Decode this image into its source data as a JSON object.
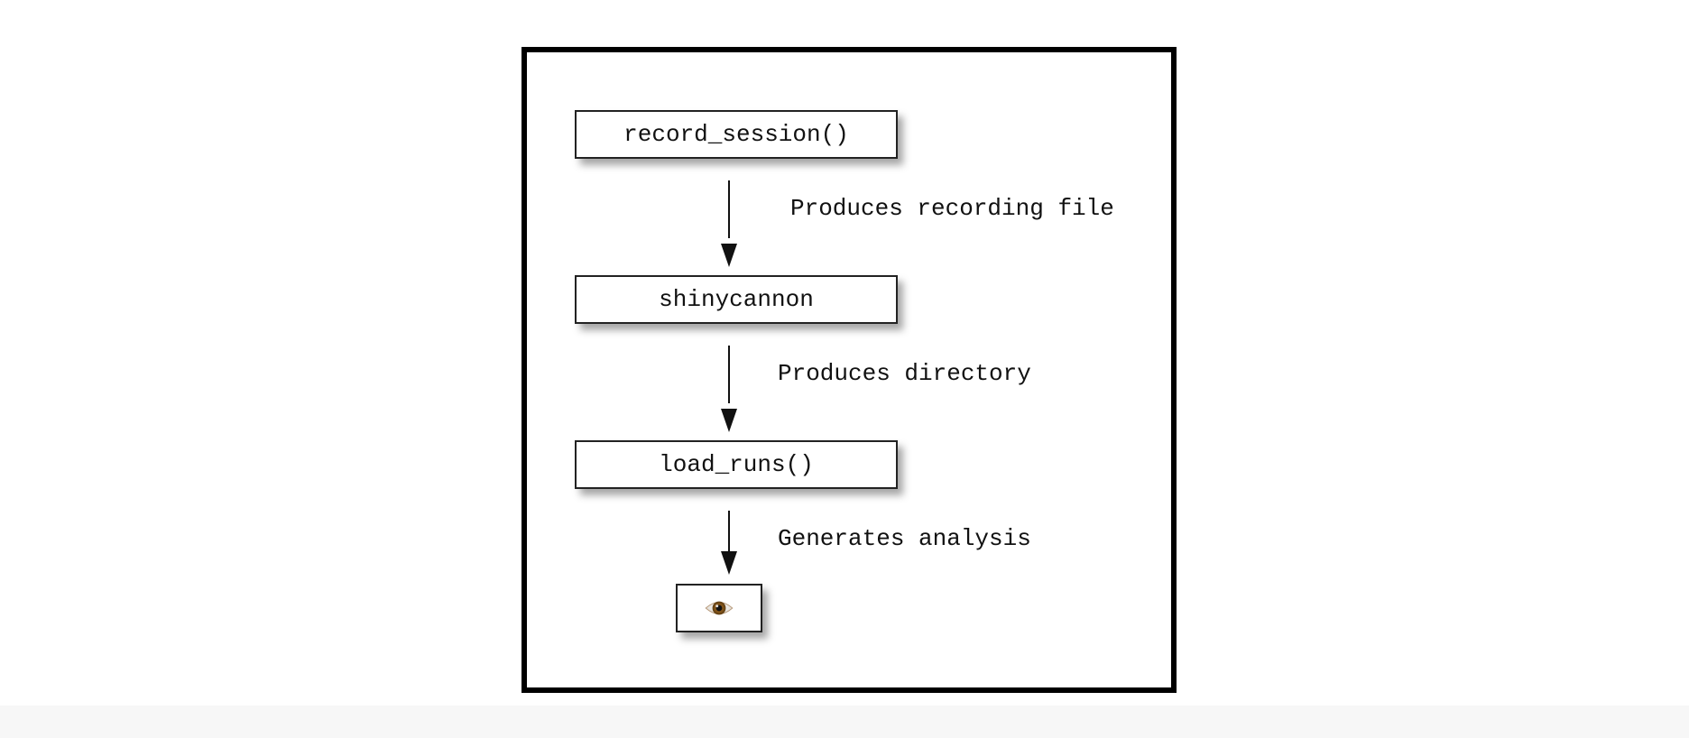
{
  "diagram": {
    "nodes": [
      {
        "id": "record_session",
        "label": "record_session()"
      },
      {
        "id": "shinycannon",
        "label": "shinycannon"
      },
      {
        "id": "load_runs",
        "label": "load_runs()"
      },
      {
        "id": "analysis",
        "icon": "eye-icon"
      }
    ],
    "edges": [
      {
        "from": "record_session",
        "to": "shinycannon",
        "label": "Produces recording file"
      },
      {
        "from": "shinycannon",
        "to": "load_runs",
        "label": "Produces directory"
      },
      {
        "from": "load_runs",
        "to": "analysis",
        "label": "Generates analysis"
      }
    ]
  }
}
